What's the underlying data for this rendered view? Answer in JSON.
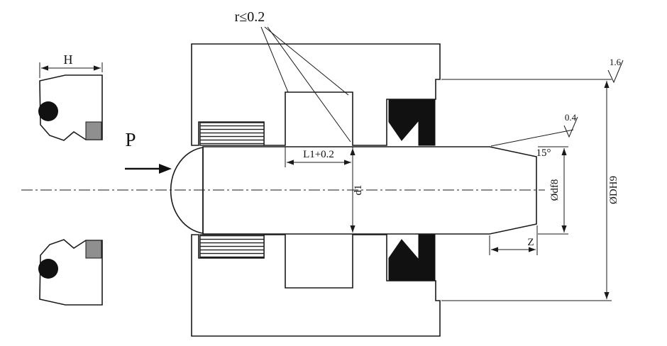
{
  "drawing": {
    "type": "rod-seal-installation-technical-drawing",
    "labels": {
      "radius_note": "r≤0.2",
      "seal_width": "H",
      "pressure": "P",
      "groove_length": "L1+0.2",
      "groove_inner_dia": "d1",
      "chamfer_angle": "15°",
      "roughness_chamfer": "0.4",
      "roughness_bore": "1.6",
      "rod_dia": "Ødf8",
      "bore_dia": "ØDH9",
      "chamfer_length": "Z"
    },
    "colors": {
      "line": "#1a1a1a",
      "seal_fill": "#111111",
      "backup_ring_fill": "#8f8f8f",
      "background": "#ffffff"
    }
  }
}
